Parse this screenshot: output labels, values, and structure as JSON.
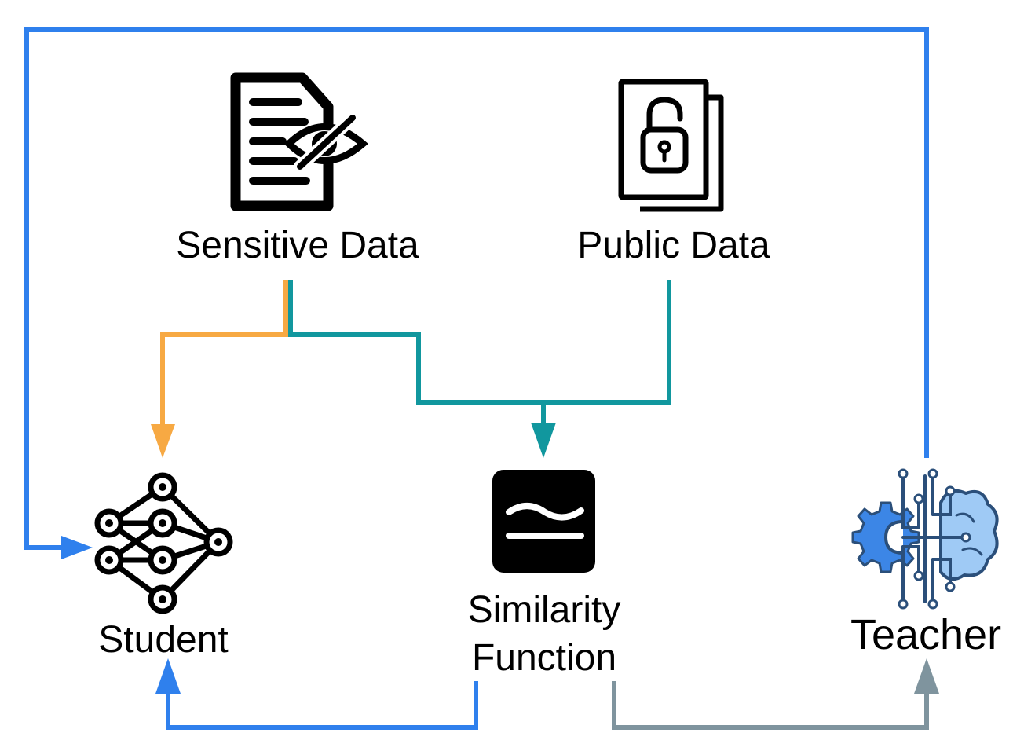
{
  "nodes": {
    "sensitive_data": {
      "label": "Sensitive Data",
      "icon": "hidden-document-icon"
    },
    "public_data": {
      "label": "Public Data",
      "icon": "unlocked-document-icon"
    },
    "similarity": {
      "label_line1": "Similarity",
      "label_line2": "Function",
      "icon": "approx-equal-icon",
      "symbol": "≃"
    },
    "student": {
      "label": "Student",
      "icon": "neural-network-icon"
    },
    "teacher": {
      "label": "Teacher",
      "icon": "ai-brain-gear-icon"
    }
  },
  "colors": {
    "blue": "#2f80ed",
    "orange": "#f7a943",
    "teal": "#11979e",
    "gray": "#7f949e",
    "icon_black": "#000000",
    "brain_fill": "#9fcaf5",
    "brain_stroke": "#2b4f7a",
    "gear_fill": "#3c86e6"
  }
}
